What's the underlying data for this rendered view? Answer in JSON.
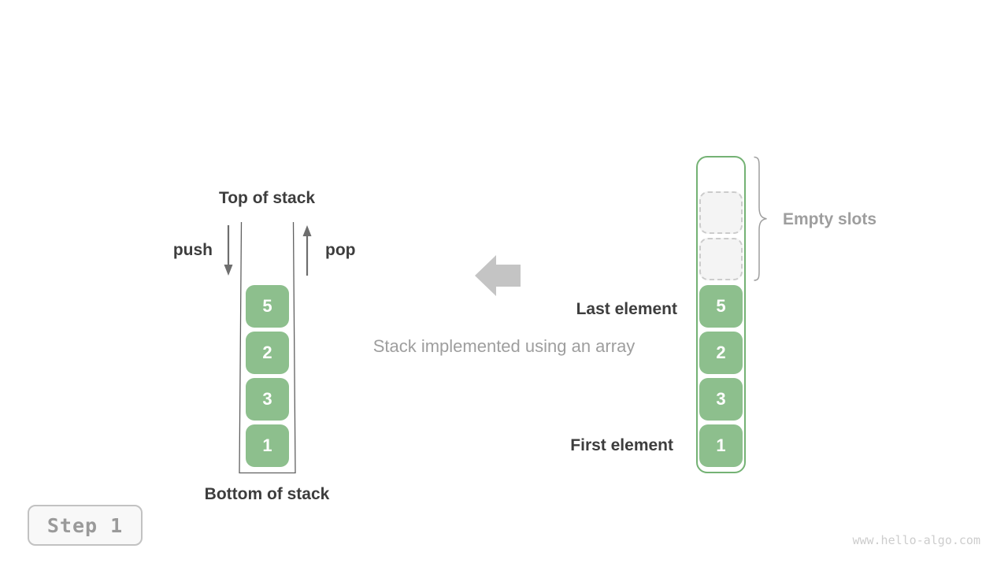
{
  "colors": {
    "cell_green": "#8dbf8d",
    "container_green": "#74b274",
    "empty_slot_bg": "#f4f4f4",
    "empty_slot_border": "#cccccc",
    "dark_text": "#3d3d3d",
    "gray_text": "#9e9e9e",
    "arrow_gray": "#6e6e6e",
    "block_arrow_gray": "#c4c4c4",
    "outline_gray": "#606060",
    "brace_gray": "#9e9e9e",
    "dots_gray": "#8a8a8a",
    "step_text": "#9a9a9a",
    "step_border": "#c2c2c2",
    "step_bg": "#f8f8f8",
    "watermark_gray": "#cdcdcd"
  },
  "left_stack": {
    "top_label": "Top of stack",
    "bottom_label": "Bottom of stack",
    "push_label": "push",
    "pop_label": "pop",
    "cells": [
      "5",
      "2",
      "3",
      "1"
    ]
  },
  "center": {
    "caption": "Stack implemented using an array"
  },
  "right_array": {
    "cells": [
      "5",
      "2",
      "3",
      "1"
    ],
    "empty_slot_count": 2,
    "labels": {
      "empty_slots": "Empty slots",
      "last_element": "Last element",
      "first_element": "First element"
    }
  },
  "footer": {
    "step_label": "Step 1",
    "watermark": "www.hello-algo.com"
  }
}
